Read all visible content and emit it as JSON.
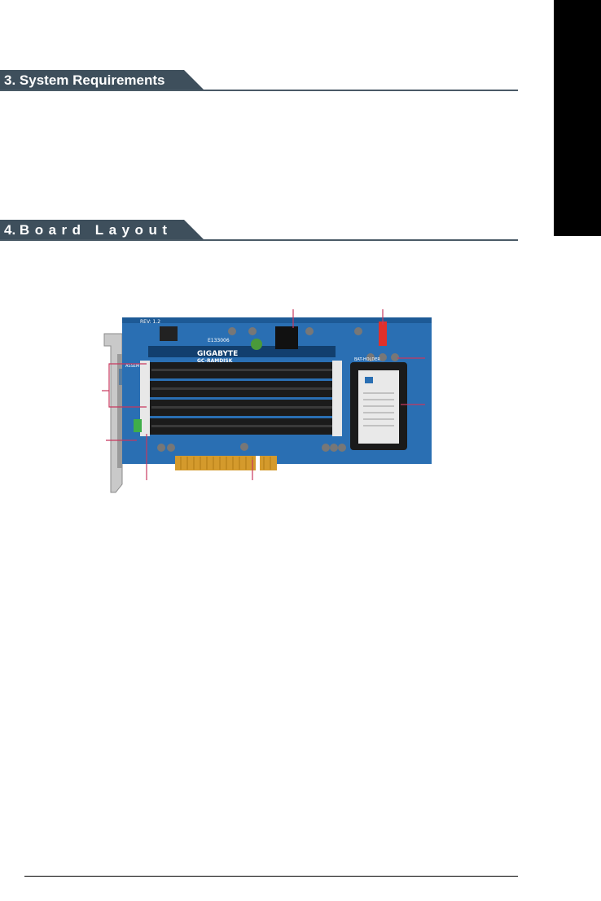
{
  "sections": [
    {
      "number": "3.",
      "title": "System Requirements"
    },
    {
      "number": "4.",
      "title": "Board Layout"
    }
  ],
  "board_image": {
    "revision_label": "REV: 1.2",
    "brand_label": "GIGABYTE",
    "model_label": "GC-RAMDISK",
    "cert_number": "E133006",
    "battery_holder_label": "BAT-HOLDER",
    "bracket_label": "ASSEM"
  },
  "colors": {
    "header_bar": "#3e4f5c",
    "header_rule": "#4a5a66",
    "board_blue": "#2a6fb3",
    "callout_line": "#c8385f",
    "lang_tab": "#000000"
  }
}
